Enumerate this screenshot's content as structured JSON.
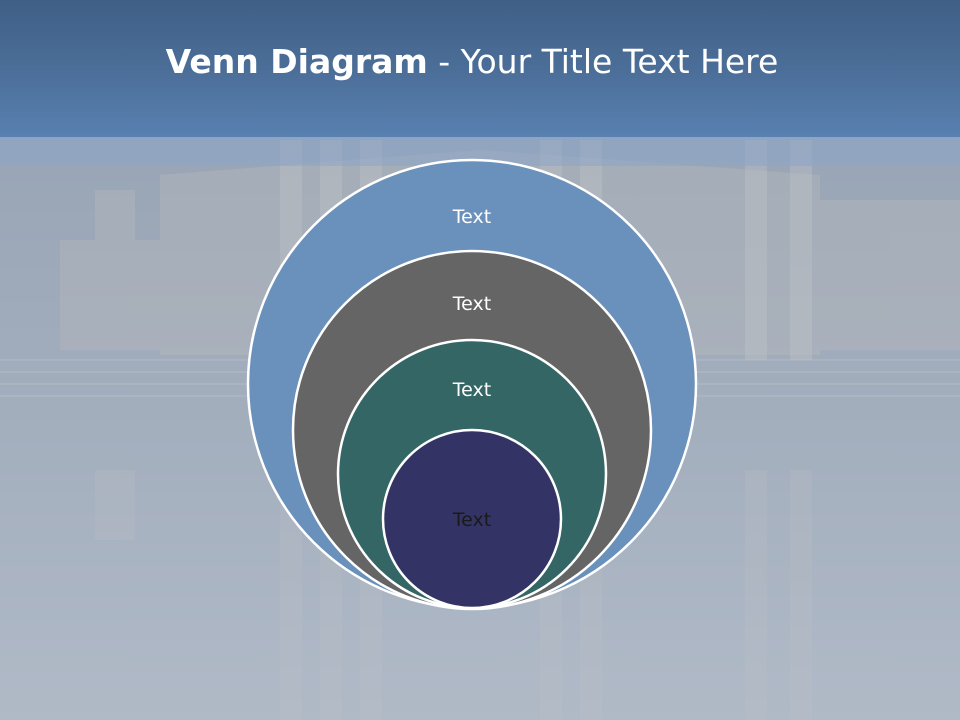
{
  "slide": {
    "title_bold": "Venn Diagram",
    "title_rest": " - Your Title Text Here"
  },
  "diagram": {
    "circles": [
      {
        "label": "Text",
        "fill": "#6a91bb",
        "text_color": "#ffffff"
      },
      {
        "label": "Text",
        "fill": "#656565",
        "text_color": "#ffffff"
      },
      {
        "label": "Text",
        "fill": "#336665",
        "text_color": "#ffffff"
      },
      {
        "label": "Text",
        "fill": "#333366",
        "text_color": "#1a1a1a"
      }
    ],
    "outline_color": "#ffffff"
  }
}
